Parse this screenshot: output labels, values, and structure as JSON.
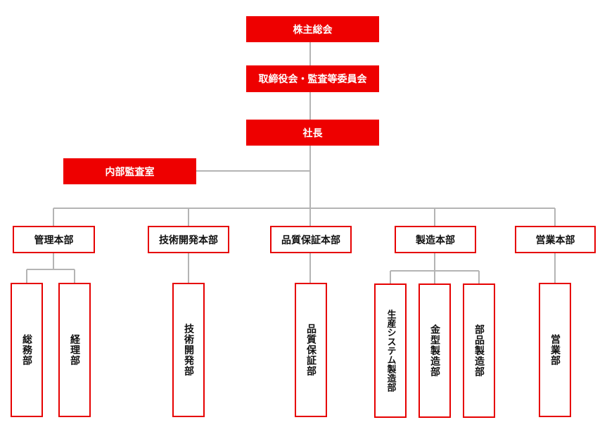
{
  "colors": {
    "accent": "#ee0000",
    "border": "#e60000",
    "line": "#b4b4b4"
  },
  "top": {
    "shareholders": "株主総会",
    "board": "取締役会・監査等委員会",
    "president": "社長",
    "audit_office": "内部監査室"
  },
  "divisions": {
    "admin": "管理本部",
    "tech": "技術開発本部",
    "qa": "品質保証本部",
    "mfg": "製造本部",
    "sales": "営業本部"
  },
  "departments": {
    "general_affairs": "総務部",
    "accounting": "経理部",
    "tech_dev": "技術開発部",
    "qa": "品質保証部",
    "production_system": "生産システム製造部",
    "mold": "金型製造部",
    "parts": "部品製造部",
    "sales": "営業部"
  }
}
